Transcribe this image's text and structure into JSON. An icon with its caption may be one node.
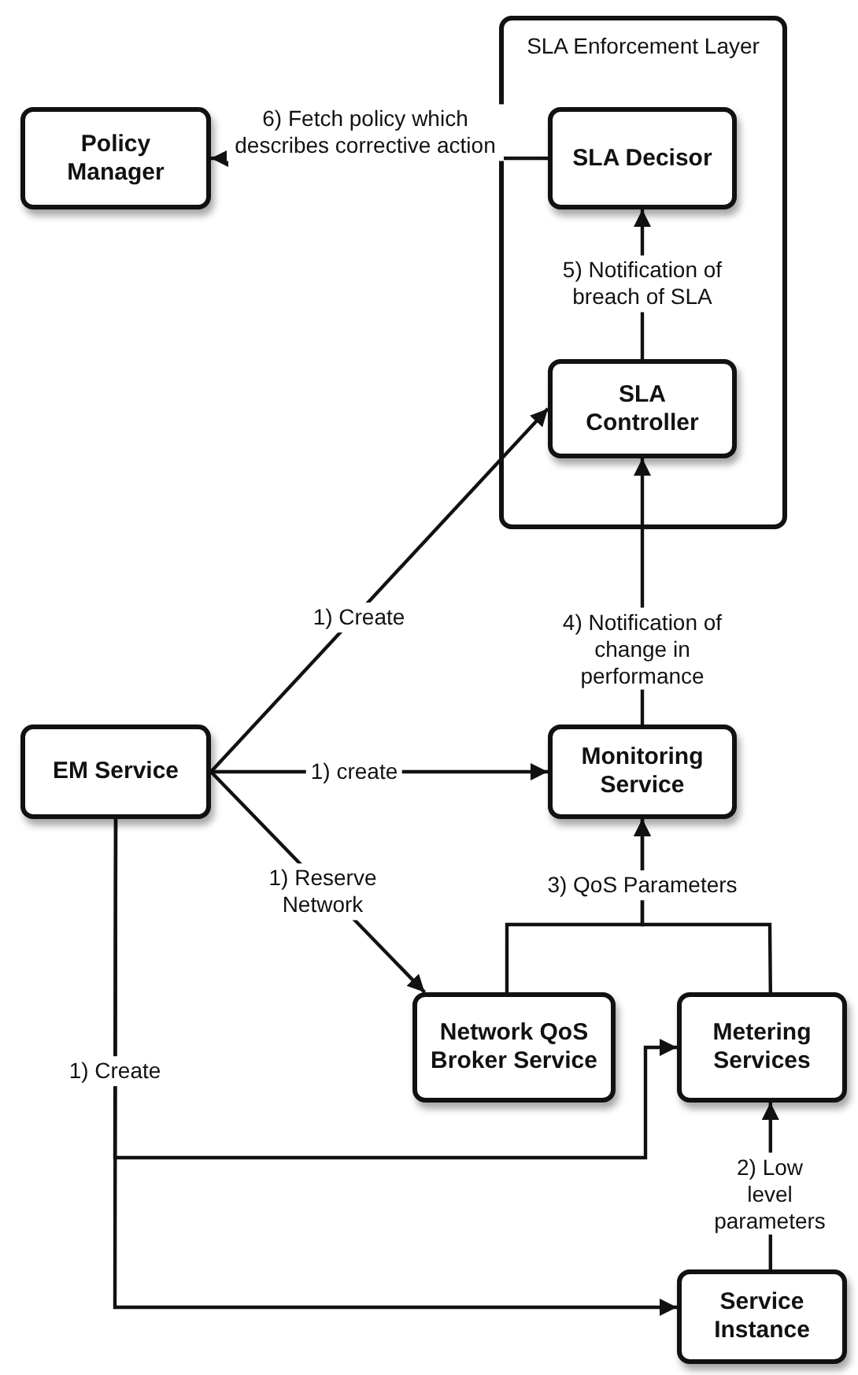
{
  "diagram": {
    "nodes": [
      {
        "text": [
          "SLA Enforcement Layer"
        ]
      },
      {
        "text": [
          "SLA Decisor"
        ],
        "in": 0
      },
      {
        "text": [
          "SLA Controller"
        ],
        "in": 0
      },
      {
        "text": [
          "Policy Manager"
        ]
      },
      {
        "text": [
          "EM Service"
        ]
      },
      {
        "text": [
          "Monitoring Service"
        ]
      },
      {
        "text": [
          "Network QoS Broker Service"
        ]
      },
      {
        "text": [
          "Metering Services"
        ]
      },
      {
        "text": [
          "Service Instance"
        ]
      }
    ],
    "edges": [
      {
        "from": 1,
        "to": 3,
        "arrow": "to",
        "label": "6) Fetch policy which describes corrective action"
      },
      {
        "from": 2,
        "to": 1,
        "arrow": "to",
        "label": "5) Notification of breach of SLA"
      },
      {
        "from": 5,
        "to": 2,
        "arrow": "to",
        "label": "4) Notification of change in performance"
      },
      {
        "from": 4,
        "to": 2,
        "arrow": "to",
        "label": "1) Create"
      },
      {
        "from": 4,
        "to": 5,
        "arrow": "to",
        "label": "1) create"
      },
      {
        "from": 4,
        "to": 6,
        "arrow": "to",
        "label": "1) Reserve Network"
      },
      {
        "from": 6,
        "to": 5,
        "arrow": "to",
        "label": "3) QoS Parameters"
      },
      {
        "from": 7,
        "to": 5,
        "arrow": "to"
      },
      {
        "from": 4,
        "to": 7,
        "arrow": "to",
        "label": "1) Create"
      },
      {
        "from": 4,
        "to": 8,
        "arrow": "to"
      },
      {
        "from": 8,
        "to": 7,
        "arrow": "to",
        "label": "2) Low level parameters"
      }
    ]
  }
}
